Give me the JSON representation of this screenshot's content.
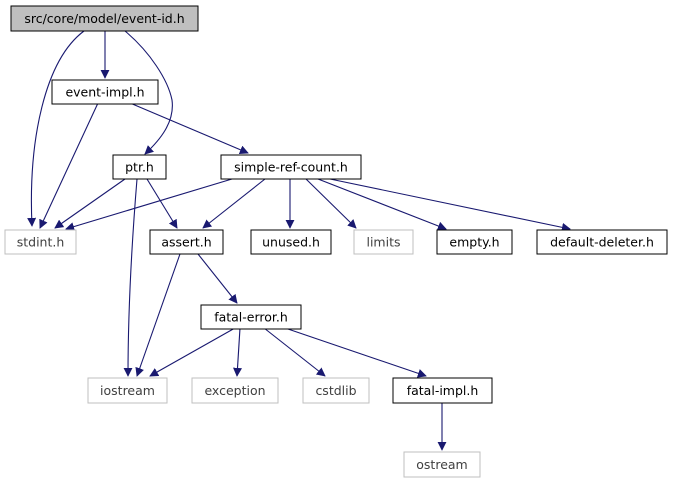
{
  "title": "src/core/model/event-id.h",
  "colors": {
    "root_fill": "#bfbfbf",
    "node_fill": "#ffffff",
    "node_border": "#000000",
    "external_border": "#bfbfbf",
    "external_text": "#404040",
    "edge": "#191970"
  },
  "nodes": {
    "event_id": {
      "label": "src/core/model/event-id.h",
      "kind": "root"
    },
    "event_impl": {
      "label": "event-impl.h",
      "kind": "documented"
    },
    "ptr": {
      "label": "ptr.h",
      "kind": "documented"
    },
    "simple_ref_count": {
      "label": "simple-ref-count.h",
      "kind": "documented"
    },
    "stdint": {
      "label": "stdint.h",
      "kind": "external"
    },
    "assert": {
      "label": "assert.h",
      "kind": "documented"
    },
    "unused": {
      "label": "unused.h",
      "kind": "documented"
    },
    "limits": {
      "label": "limits",
      "kind": "external"
    },
    "empty": {
      "label": "empty.h",
      "kind": "documented"
    },
    "default_deleter": {
      "label": "default-deleter.h",
      "kind": "documented"
    },
    "fatal_error": {
      "label": "fatal-error.h",
      "kind": "documented"
    },
    "iostream": {
      "label": "iostream",
      "kind": "external"
    },
    "exception": {
      "label": "exception",
      "kind": "external"
    },
    "cstdlib": {
      "label": "cstdlib",
      "kind": "external"
    },
    "fatal_impl": {
      "label": "fatal-impl.h",
      "kind": "documented"
    },
    "ostream": {
      "label": "ostream",
      "kind": "external"
    }
  },
  "edges": [
    {
      "from": "event_id",
      "to": "stdint"
    },
    {
      "from": "event_id",
      "to": "event_impl"
    },
    {
      "from": "event_id",
      "to": "ptr"
    },
    {
      "from": "event_impl",
      "to": "stdint"
    },
    {
      "from": "event_impl",
      "to": "simple_ref_count"
    },
    {
      "from": "ptr",
      "to": "stdint"
    },
    {
      "from": "ptr",
      "to": "assert"
    },
    {
      "from": "ptr",
      "to": "iostream"
    },
    {
      "from": "simple_ref_count",
      "to": "stdint"
    },
    {
      "from": "simple_ref_count",
      "to": "assert"
    },
    {
      "from": "simple_ref_count",
      "to": "unused"
    },
    {
      "from": "simple_ref_count",
      "to": "limits"
    },
    {
      "from": "simple_ref_count",
      "to": "empty"
    },
    {
      "from": "simple_ref_count",
      "to": "default_deleter"
    },
    {
      "from": "assert",
      "to": "fatal_error"
    },
    {
      "from": "assert",
      "to": "iostream"
    },
    {
      "from": "fatal_error",
      "to": "iostream"
    },
    {
      "from": "fatal_error",
      "to": "exception"
    },
    {
      "from": "fatal_error",
      "to": "cstdlib"
    },
    {
      "from": "fatal_error",
      "to": "fatal_impl"
    },
    {
      "from": "fatal_impl",
      "to": "ostream"
    }
  ]
}
